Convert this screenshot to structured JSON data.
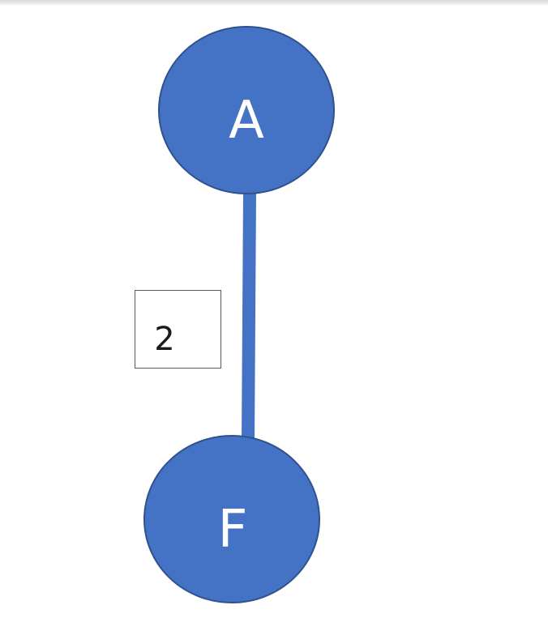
{
  "colors": {
    "node_fill": "#4472C4",
    "node_stroke": "#2F528F",
    "edge": "#4472C4",
    "label_box_border": "#5a5a5a"
  },
  "nodes": [
    {
      "id": "A",
      "label": "A"
    },
    {
      "id": "F",
      "label": "F"
    }
  ],
  "edges": [
    {
      "from": "A",
      "to": "F",
      "weight": "2"
    }
  ]
}
